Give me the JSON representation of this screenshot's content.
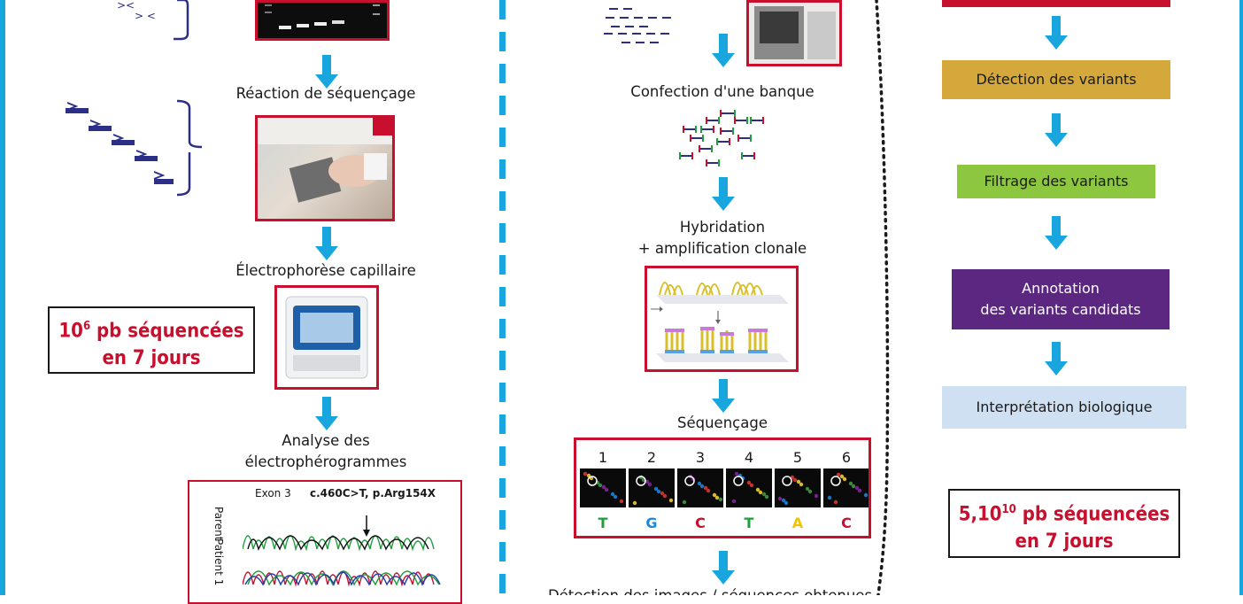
{
  "left": {
    "labels": {
      "seq_reaction": "Réaction de séquençage",
      "electrophoresis": "Électrophorèse capillaire",
      "analysis_line1": "Analyse des",
      "analysis_line2": "électrophérogrammes"
    },
    "callout": {
      "value": "10",
      "sup": "6",
      "unit": " pb séquencées",
      "line2": "en 7 jours"
    },
    "chromatogram": {
      "exon": "Exon 3",
      "mutation": "c.460C>T, p.Arg154X",
      "row1": "Parent",
      "row2": "Patient 1"
    }
  },
  "middle": {
    "labels": {
      "library": "Confection d'une banque",
      "hyb_line1": "Hybridation",
      "hyb_line2": "+ amplification clonale",
      "sequencing": "Séquençage",
      "bottom_partial": "Détection des images / séquences obtenues"
    },
    "cycles": [
      "1",
      "2",
      "3",
      "4",
      "5",
      "6"
    ],
    "bases": [
      {
        "letter": "T",
        "color": "#1e9e3c"
      },
      {
        "letter": "G",
        "color": "#1e88d8"
      },
      {
        "letter": "C",
        "color": "#c8102e"
      },
      {
        "letter": "T",
        "color": "#1e9e3c"
      },
      {
        "letter": "A",
        "color": "#f2c300"
      },
      {
        "letter": "C",
        "color": "#c8102e"
      }
    ]
  },
  "right": {
    "steps": {
      "detection": "Détection des variants",
      "filtering": "Filtrage des variants",
      "annotation_line1": "Annotation",
      "annotation_line2": "des variants candidats",
      "interpretation": "Interprétation biologique"
    },
    "colors": {
      "top": "#c8102e",
      "detection": "#d4a83a",
      "filtering": "#8dc63f",
      "annotation": "#5b2781",
      "interpretation": "#cfe0f2"
    },
    "callout": {
      "value": "5,10",
      "sup": "10",
      "unit": " pb séquencées",
      "line2": "en 7 jours"
    }
  },
  "theme": {
    "accent_blue": "#19a5de",
    "accent_red": "#c8102e"
  }
}
